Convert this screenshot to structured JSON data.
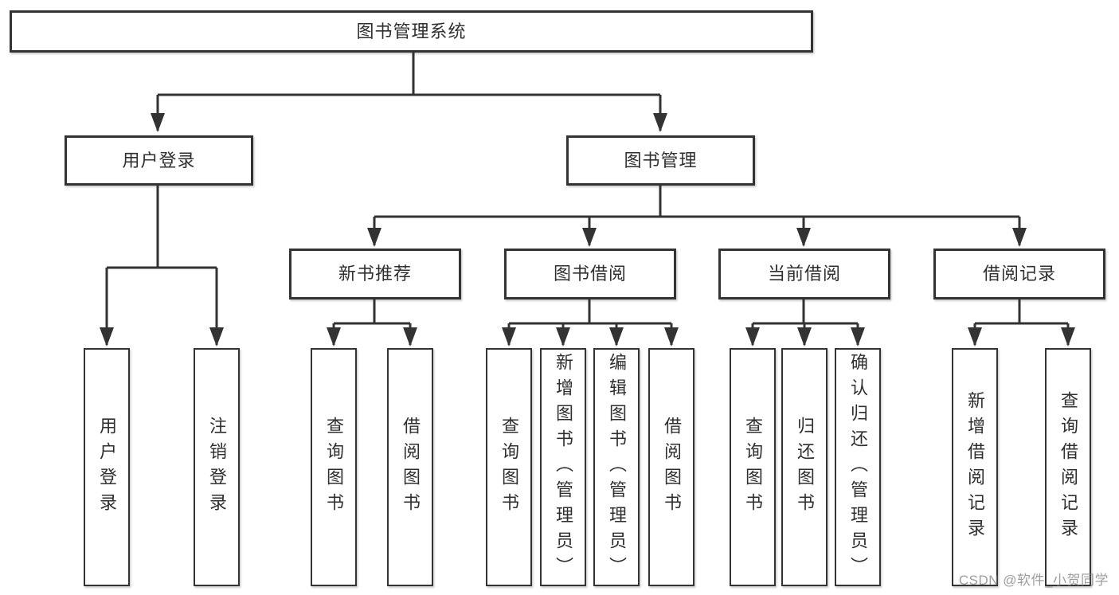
{
  "diagram": {
    "root": "图书管理系统",
    "children": [
      {
        "label": "用户登录",
        "children": [
          {
            "label": "用户登录"
          },
          {
            "label": "注销登录"
          }
        ]
      },
      {
        "label": "图书管理",
        "children": [
          {
            "label": "新书推荐",
            "children": [
              {
                "label": "查询图书"
              },
              {
                "label": "借阅图书"
              }
            ]
          },
          {
            "label": "图书借阅",
            "children": [
              {
                "label": "查询图书"
              },
              {
                "label": "新增图书（管理员）"
              },
              {
                "label": "编辑图书（管理员）"
              },
              {
                "label": "借阅图书"
              }
            ]
          },
          {
            "label": "当前借阅",
            "children": [
              {
                "label": "查询图书"
              },
              {
                "label": "归还图书"
              },
              {
                "label": "确认归还（管理员）"
              }
            ]
          },
          {
            "label": "借阅记录",
            "children": [
              {
                "label": "新增借阅记录"
              },
              {
                "label": "查询借阅记录"
              }
            ]
          }
        ]
      }
    ]
  },
  "watermark": "CSDN @软件_小贺同学",
  "colors": {
    "line": "#333333",
    "box_border": "#333333",
    "text": "#2f2f2f",
    "watermark": "#7d7d7d",
    "background": "#ffffff"
  }
}
